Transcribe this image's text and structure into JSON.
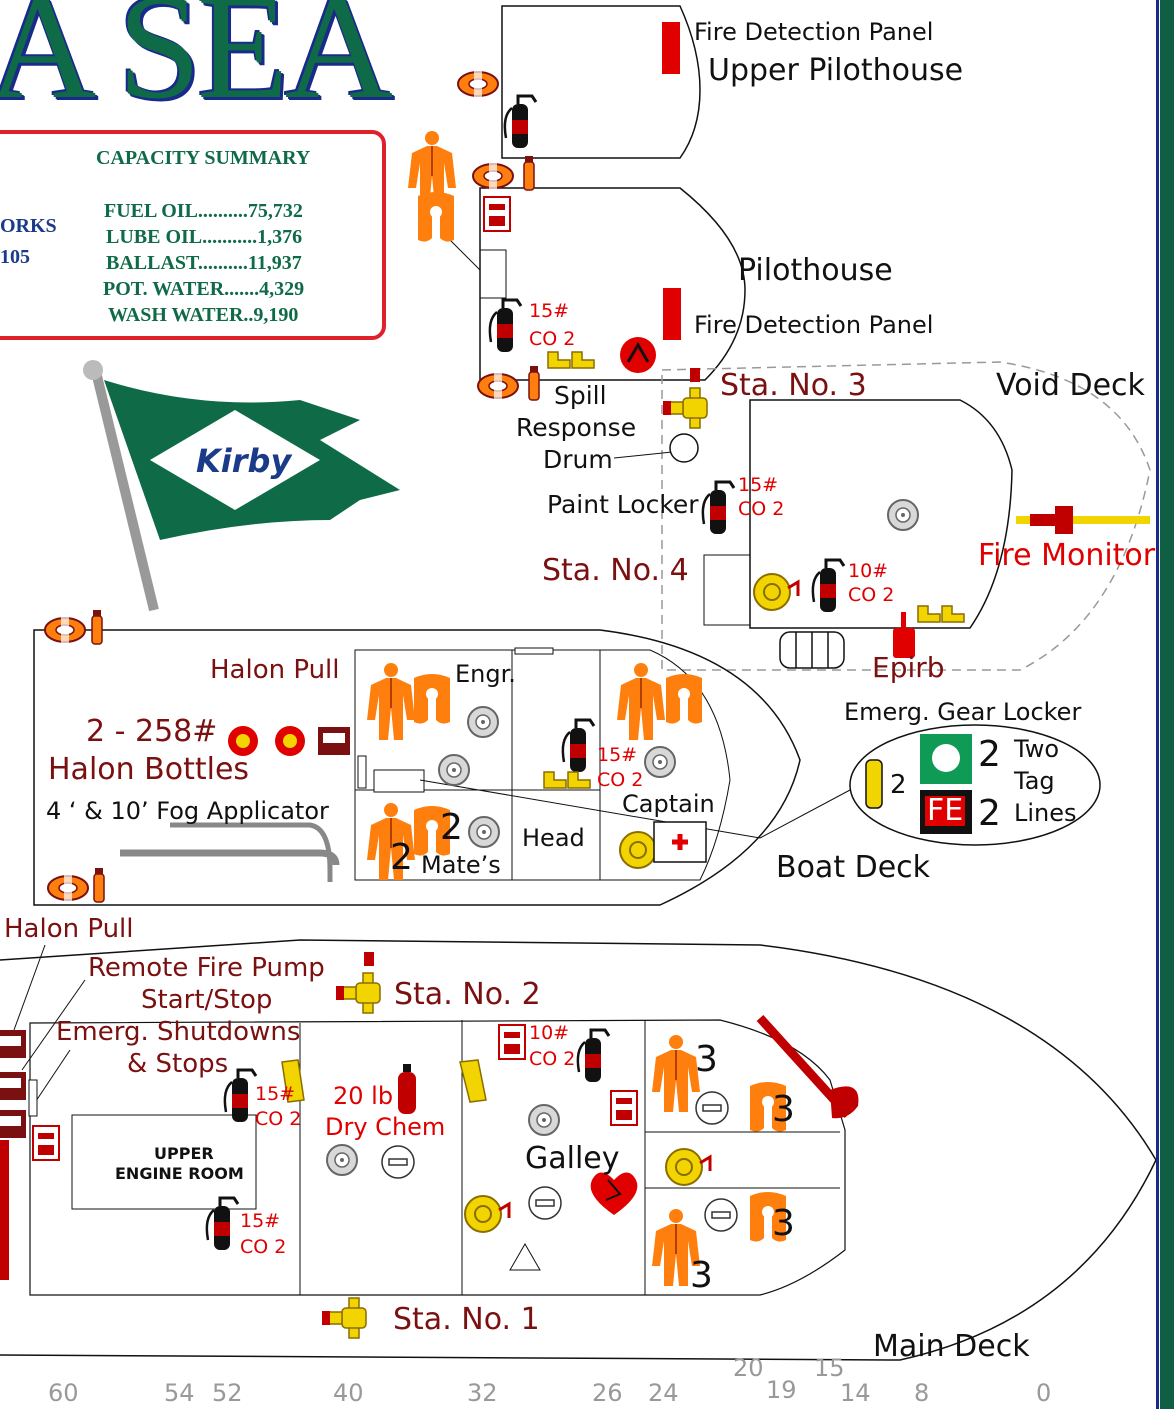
{
  "title": "A SEA",
  "capacity": {
    "heading": "CAPACITY SUMMARY",
    "cut_left_1": "ORKS",
    "cut_left_2": "105",
    "rows": [
      "FUEL OIL..........75,732",
      "LUBE OIL...........1,376",
      "BALLAST..........11,937",
      "POT. WATER.......4,329",
      "WASH WATER..9,190"
    ]
  },
  "flag_text": "Kirby",
  "labels": {
    "fire_detection_upper": "Fire Detection Panel",
    "upper_pilothouse": "Upper Pilothouse",
    "pilothouse": "Pilothouse",
    "fire_detection_pilot": "Fire Detection Panel",
    "void_deck": "Void Deck",
    "spill": "Spill",
    "response": "Response",
    "drum": "Drum",
    "paint_locker": "Paint Locker",
    "fire_monitor": "Fire Monitor",
    "epirb": "Epirb",
    "emerg_gear_locker": "Emerg. Gear Locker",
    "two": "Two",
    "tag": "Tag",
    "lines": "Lines",
    "fe": "FE",
    "boat_deck": "Boat Deck",
    "halon_pull_top": "Halon Pull",
    "halon_count": "2 - 258#",
    "halon_bottles": "Halon Bottles",
    "fog_applicator": "4 ‘ & 10’ Fog Applicator",
    "engr": "Engr.",
    "captain": "Captain",
    "head": "Head",
    "mates": "Mate’s",
    "halon_pull_bottom": "Halon Pull",
    "remote_pump_1": "Remote Fire Pump",
    "remote_pump_2": "Start/Stop",
    "emerg_shut_1": "Emerg. Shutdowns",
    "emerg_shut_2": "& Stops",
    "upper_er_1": "UPPER",
    "upper_er_2": "ENGINE ROOM",
    "dry_chem_1": "20 lb",
    "dry_chem_2": "Dry Chem",
    "galley": "Galley",
    "main_deck": "Main Deck"
  },
  "stations": [
    "Sta. No. 1",
    "Sta. No. 2",
    "Sta. No. 3",
    "Sta. No. 4"
  ],
  "extinguishers": {
    "pilot": [
      "15#",
      "CO 2"
    ],
    "paint": [
      "15#",
      "CO 2"
    ],
    "void": [
      "10#",
      "CO 2"
    ],
    "boat": [
      "15#",
      "CO 2"
    ],
    "main_left": [
      "15#",
      "CO 2"
    ],
    "main_lower": [
      "15#",
      "CO 2"
    ],
    "galley": [
      "10#",
      "CO 2"
    ]
  },
  "counts": {
    "scba": "2",
    "mask": "2",
    "fe": "2",
    "mates_a": "2",
    "mates_b": "2",
    "galley_a": "3",
    "galley_b": "3",
    "galley_c": "3",
    "galley_d": "3"
  },
  "frames": [
    "60",
    "54",
    "52",
    "40",
    "32",
    "26",
    "24",
    "20",
    "19",
    "15",
    "14",
    "8",
    "0"
  ],
  "colors": {
    "green": "#0f6a48",
    "red": "#e00000",
    "maroon": "#7a1010",
    "orange": "#ff7f0e",
    "yellow": "#f2d400"
  }
}
